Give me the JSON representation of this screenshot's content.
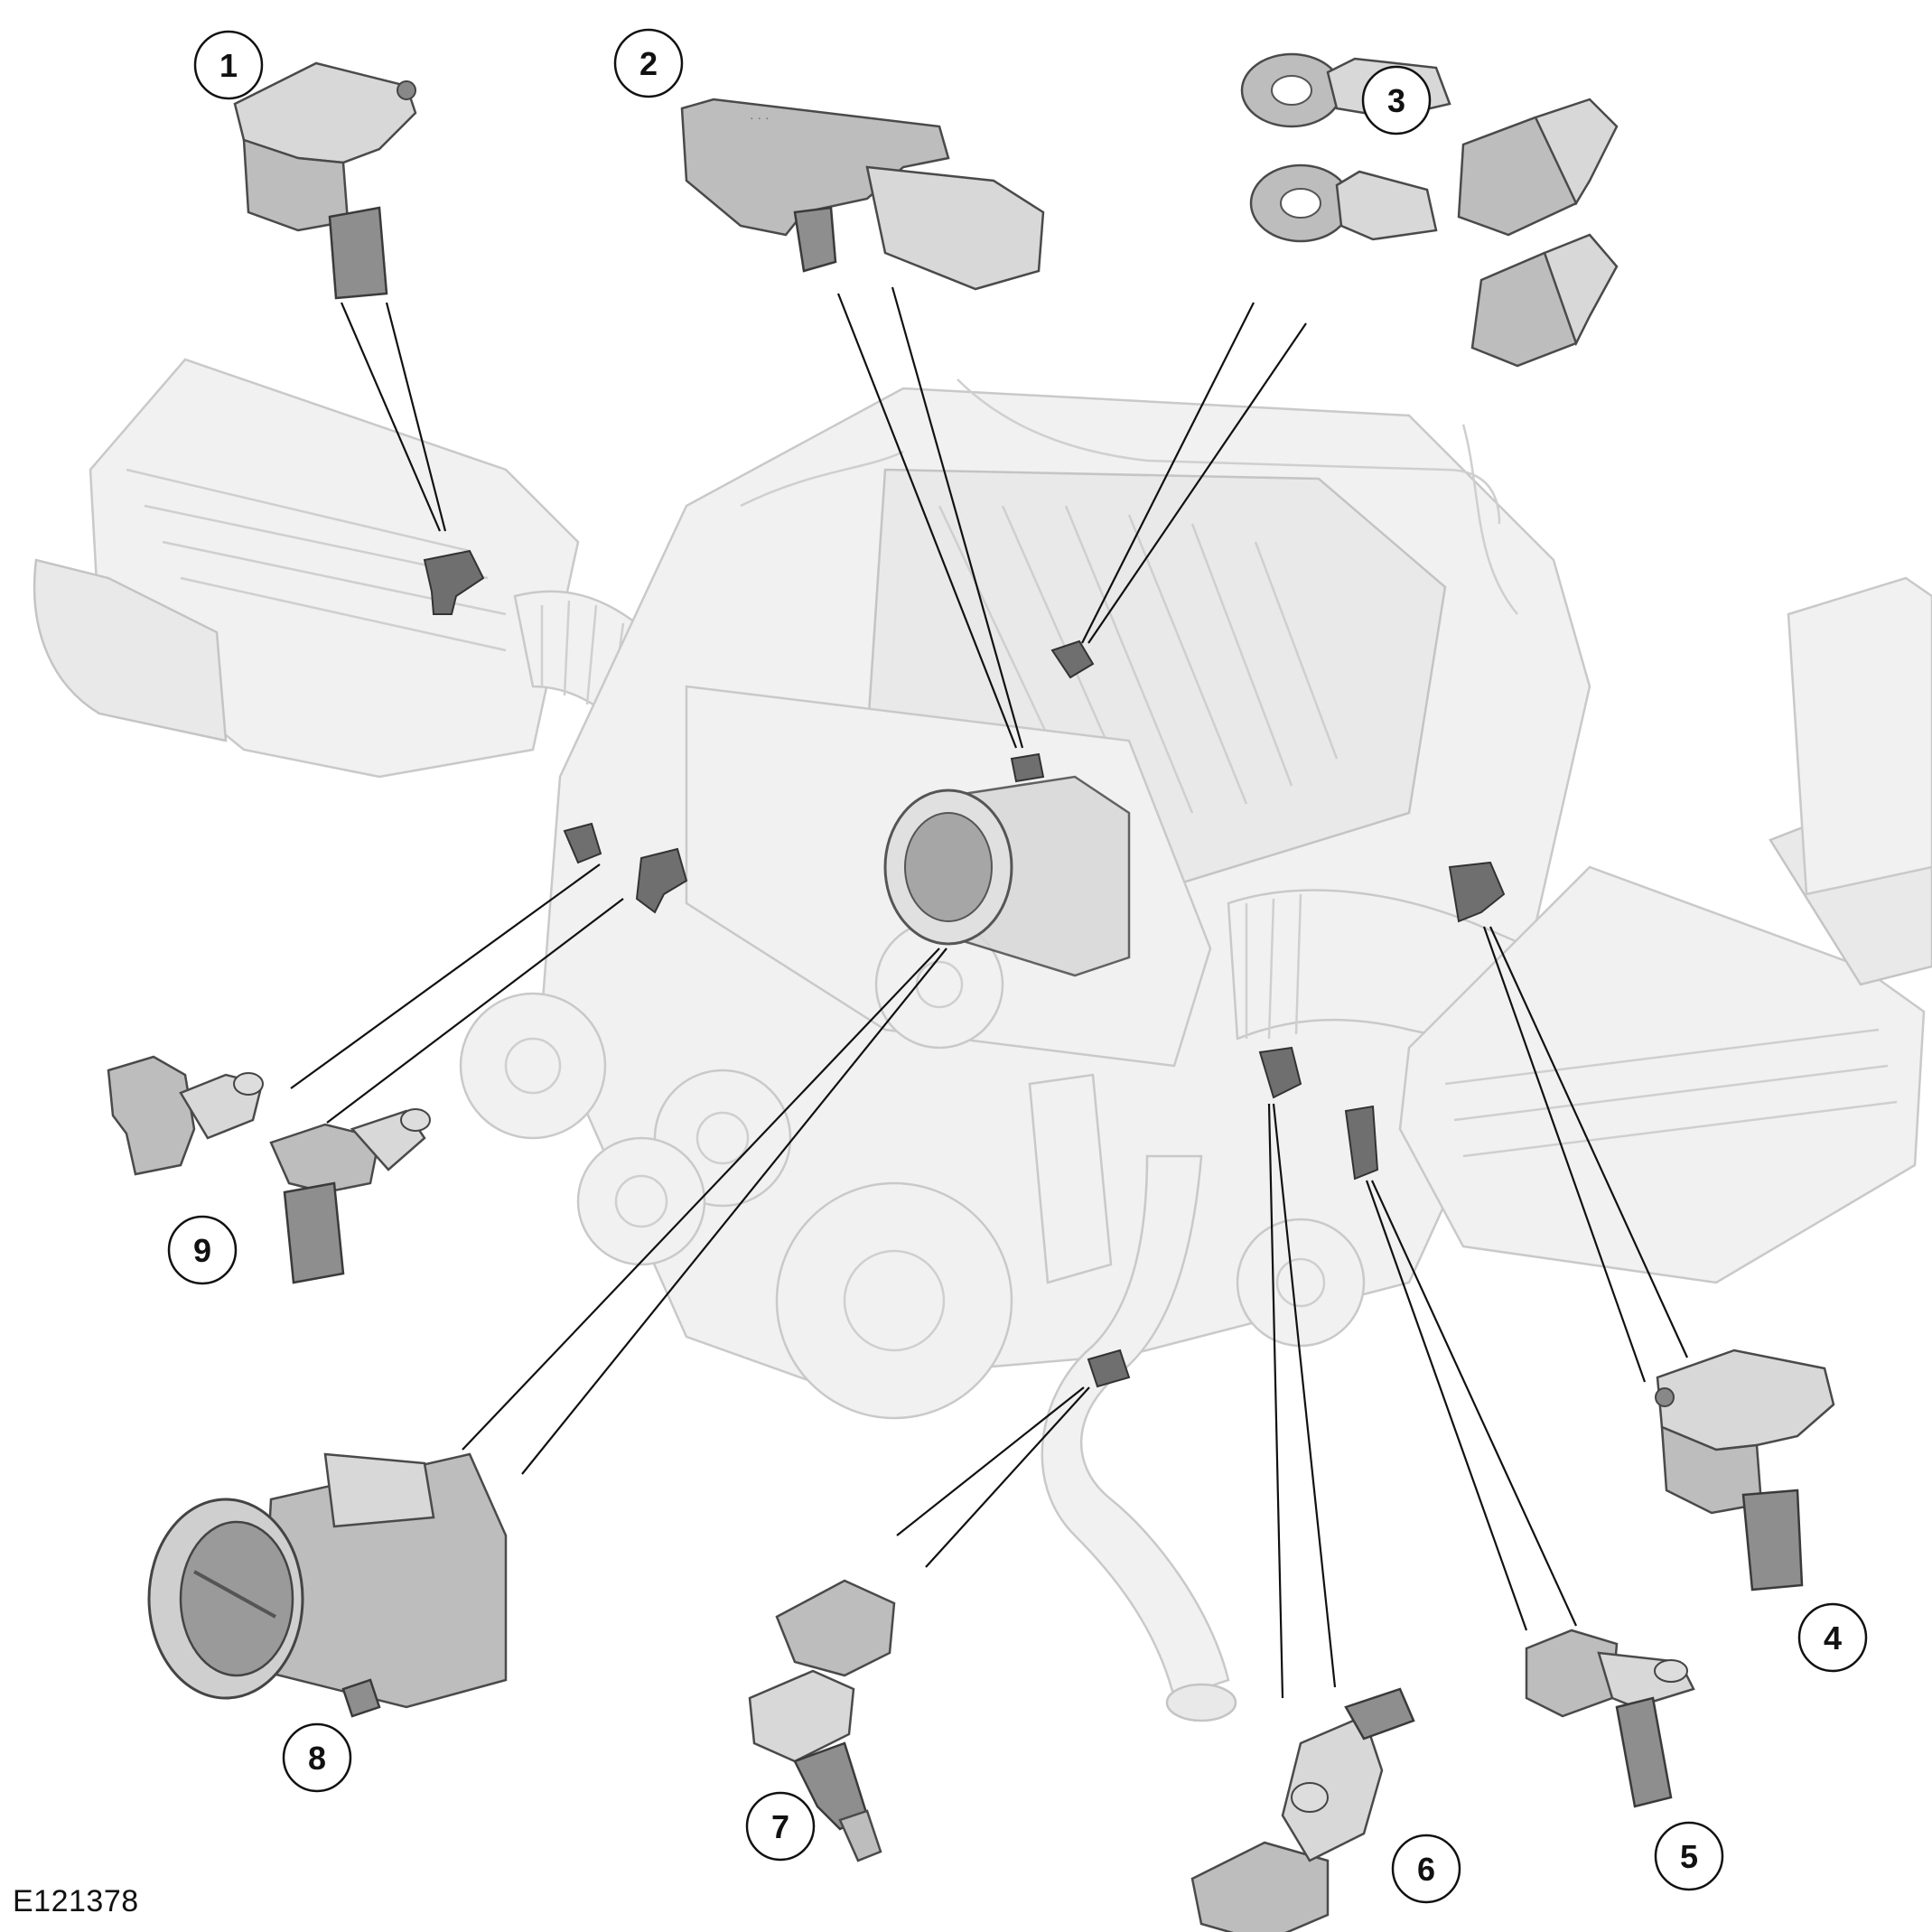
{
  "figure_id": "E121378",
  "callouts": [
    {
      "number": "1"
    },
    {
      "number": "2"
    },
    {
      "number": "3"
    },
    {
      "number": "4"
    },
    {
      "number": "5"
    },
    {
      "number": "6"
    },
    {
      "number": "7"
    },
    {
      "number": "8"
    },
    {
      "number": "9"
    }
  ],
  "colors": {
    "line": "#111111",
    "engine_ghost": "#f1f1f1",
    "component_grey": "#bdbdbd",
    "component_dark": "#8e8e8e"
  }
}
